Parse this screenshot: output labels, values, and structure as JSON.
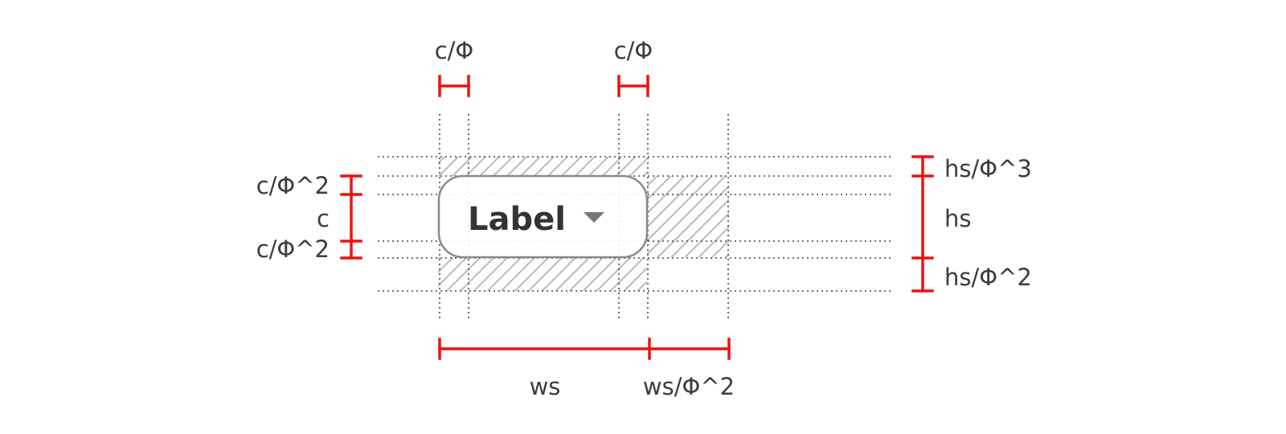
{
  "dimensions": {
    "top_left": "c/Φ",
    "top_right": "c/Φ",
    "left_top": "c/Φ^2",
    "left_middle": "c",
    "left_bottom": "c/Φ^2",
    "right_top": "hs/Φ^3",
    "right_middle": "hs",
    "right_bottom": "hs/Φ^2",
    "bottom_left": "ws",
    "bottom_right": "ws/Φ^2"
  },
  "button": {
    "label": "Label",
    "icon": "dropdown-triangle-icon"
  },
  "colors": {
    "dimension": "#ee1111",
    "hatch": "#bbbbbb",
    "button_border": "#8a8a8a",
    "text": "#3c3c3c"
  }
}
